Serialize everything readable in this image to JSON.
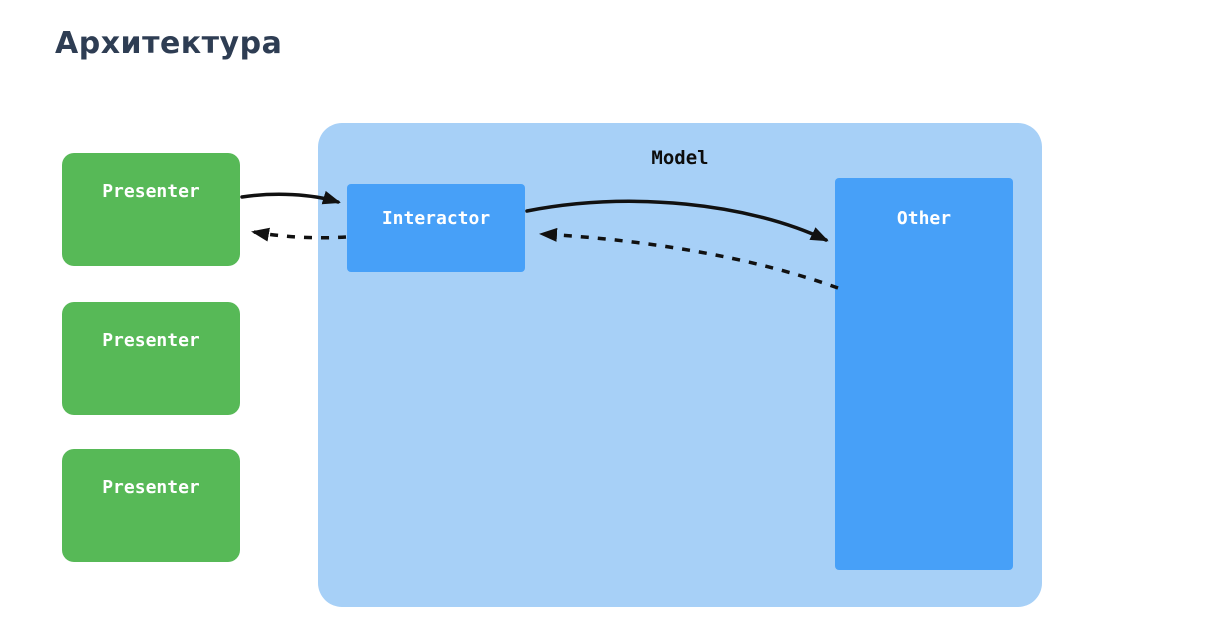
{
  "page": {
    "title": "Архитектура",
    "background": "#ffffff",
    "title_color": "#2e3d53"
  },
  "diagram": {
    "presenters": [
      {
        "label": "Presenter"
      },
      {
        "label": "Presenter"
      },
      {
        "label": "Presenter"
      }
    ],
    "model": {
      "label": "Model",
      "children": {
        "interactor": {
          "label": "Interactor"
        },
        "other": {
          "label": "Other"
        }
      }
    },
    "colors": {
      "presenter_fill": "#57b957",
      "model_container_fill": "#a7d0f7",
      "inner_node_fill": "#47a0f8",
      "node_text": "#ffffff",
      "model_label_text": "#0d0d0d",
      "arrow": "#111111"
    },
    "connections": [
      {
        "from": "Presenter",
        "to": "Interactor",
        "style": "solid"
      },
      {
        "from": "Interactor",
        "to": "Presenter",
        "style": "dashed"
      },
      {
        "from": "Interactor",
        "to": "Other",
        "style": "solid"
      },
      {
        "from": "Other",
        "to": "Interactor",
        "style": "dashed"
      }
    ]
  }
}
